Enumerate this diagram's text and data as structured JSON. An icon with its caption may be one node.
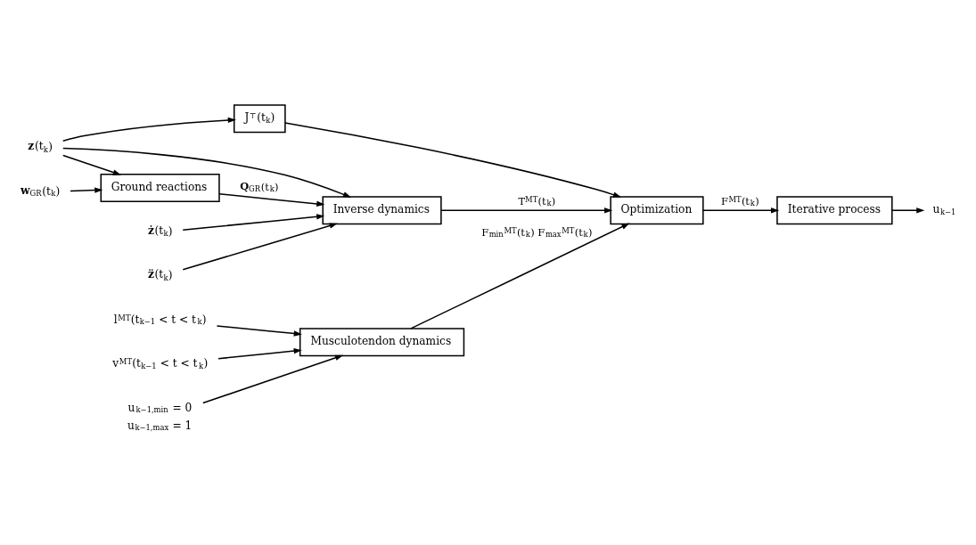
{
  "diagram": {
    "nodes": [
      {
        "text": [
          "Musculotendon dynamics"
        ]
      },
      {
        "text": [
          "J$^{⊤}$(t$_{k}$)"
        ]
      },
      {
        "text": [
          "Inverse dynamics"
        ]
      },
      {
        "text": [
          "Optimization"
        ]
      },
      {
        "text": [
          "Iterative process"
        ]
      },
      {
        "text": [
          "Ground reactions"
        ]
      },
      {
        "text": [
          "l$^{MT}$(t$_{k−1}$ < t < t$_{k}$)"
        ]
      },
      {
        "text": [
          "v$^{MT}$(t$_{k−1}$ < t < t$_{k}$)"
        ]
      },
      {
        "text": [
          "u$_{k−1,min}$ = 0",
          "u$_{k−1,max}$ = 1"
        ]
      },
      {
        "text": [
          "**z**(t$_{k}$)"
        ]
      },
      {
        "text": [
          "**ż**(t$_{k}$)"
        ]
      },
      {
        "text": [
          "**z̈**(t$_{k}$)"
        ]
      },
      {
        "text": [
          "**w**$_{GR}$(t$_{k}$)"
        ]
      },
      {
        "text": [
          "u$_{k−1}$"
        ]
      }
    ],
    "edges": [
      {
        "from": 6,
        "to": 0,
        "arrow": "to"
      },
      {
        "from": 7,
        "to": 0,
        "arrow": "to"
      },
      {
        "from": 8,
        "to": 0,
        "arrow": "to"
      },
      {
        "from": 0,
        "to": 3,
        "arrow": "to",
        "label": "F$_{min}$$^{MT}$(t$_{k}$) F$_{max}$$^{MT}$(t$_{k}$)"
      },
      {
        "from": 9,
        "to": 1,
        "arrow": "to"
      },
      {
        "from": 9,
        "to": 2,
        "arrow": "to"
      },
      {
        "from": 10,
        "to": 2,
        "arrow": "to"
      },
      {
        "from": 11,
        "to": 2,
        "arrow": "to"
      },
      {
        "from": 9,
        "to": 5,
        "arrow": "to"
      },
      {
        "from": 1,
        "to": 3,
        "arrow": "to"
      },
      {
        "from": 2,
        "to": 3,
        "arrow": "to",
        "label": "T$^{MT}$(t$_{k}$)"
      },
      {
        "from": 3,
        "to": 4,
        "arrow": "to",
        "label": "F$^{MT}$(t$_{k}$)"
      },
      {
        "from": 4,
        "to": 13,
        "arrow": "to"
      },
      {
        "from": 5,
        "to": 2,
        "arrow": "to",
        "label": "**Q**$_{GR}$(t$_{k}$)"
      },
      {
        "from": 12,
        "to": 5,
        "arrow": "to"
      }
    ]
  }
}
